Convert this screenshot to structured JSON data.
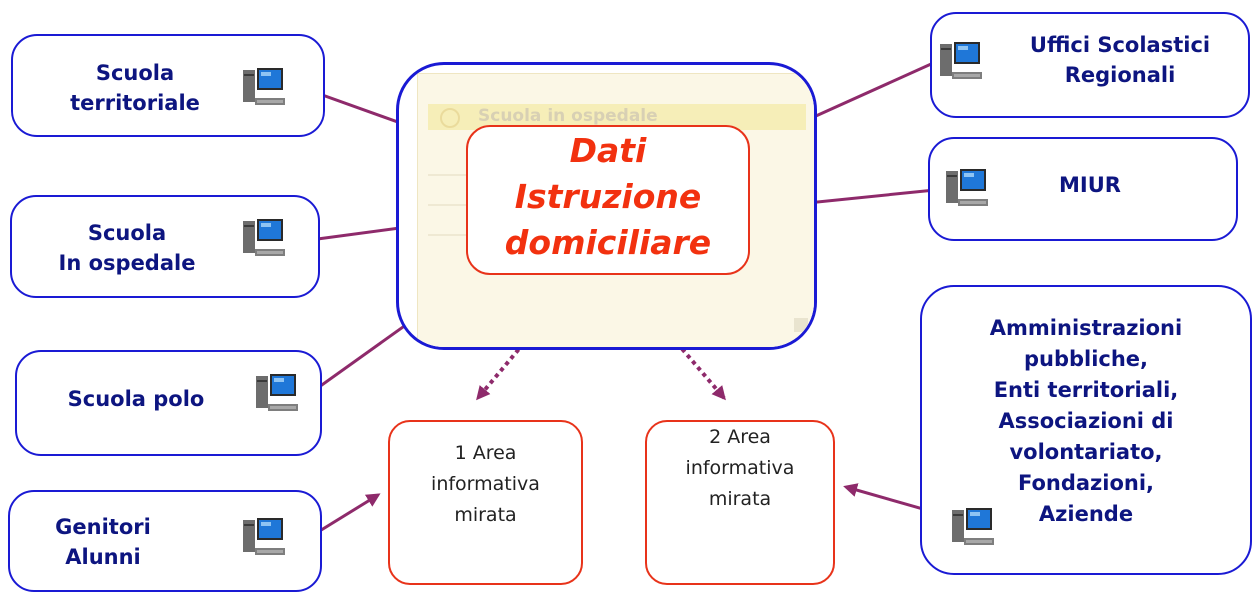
{
  "center": {
    "ghost_title": "Scuola in ospedale",
    "title_lines": [
      "Dati",
      "Istruzione",
      "domiciliare"
    ]
  },
  "left_nodes": [
    {
      "label": "Scuola\nterritoriale"
    },
    {
      "label": "Scuola\nIn ospedale"
    },
    {
      "label": "Scuola  polo"
    },
    {
      "label": "Genitori\nAlunni"
    }
  ],
  "right_nodes": [
    {
      "label": "Uffici Scolastici\nRegionali"
    },
    {
      "label": "MIUR"
    },
    {
      "label": "Amministrazioni\npubbliche,\nEnti territoriali,\nAssociazioni di\nvolontariato,\nFondazioni,\nAziende"
    }
  ],
  "areas": [
    {
      "label": "1 Area\ninformativa\nmirata"
    },
    {
      "label": "2 Area\ninformativa\nmirata"
    }
  ],
  "icons": {
    "computer": "computer-icon"
  },
  "colors": {
    "node_border": "#1a1ad4",
    "node_text": "#0d1580",
    "accent_red": "#f2310f",
    "arrow": "#8e2a6b"
  }
}
